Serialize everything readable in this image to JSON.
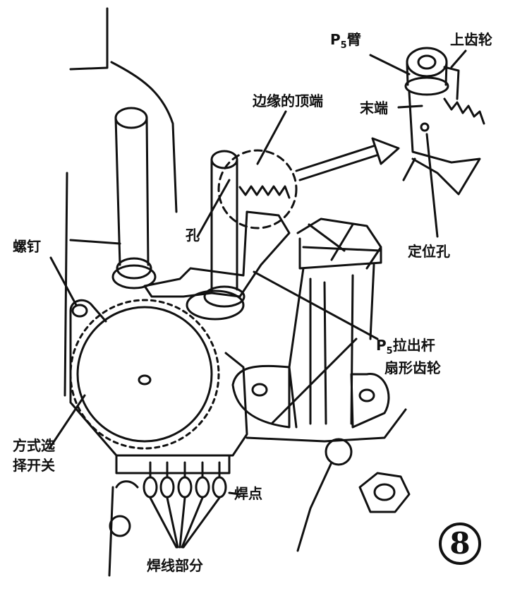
{
  "labels": {
    "p5_arm_main": "P",
    "p5_arm_sub": "5",
    "p5_arm_tail": "臂",
    "upper_gear": "上齿轮",
    "edge_top": "边缘的顶端",
    "end": "末端",
    "positioning_hole": "定位孔",
    "hole": "孔",
    "screw": "螺钉",
    "p5_lever_main": "P",
    "p5_lever_sub": "5",
    "p5_lever_tail": "拉出杆",
    "sector_gear": "扇形齿轮",
    "mode_switch_line1": "方式选",
    "mode_switch_line2": "择开关",
    "solder_point": "焊点",
    "solder_wire_part": "焊线部分"
  },
  "figure_number": "8",
  "colors": {
    "ink": "#111111",
    "paper": "#ffffff"
  }
}
